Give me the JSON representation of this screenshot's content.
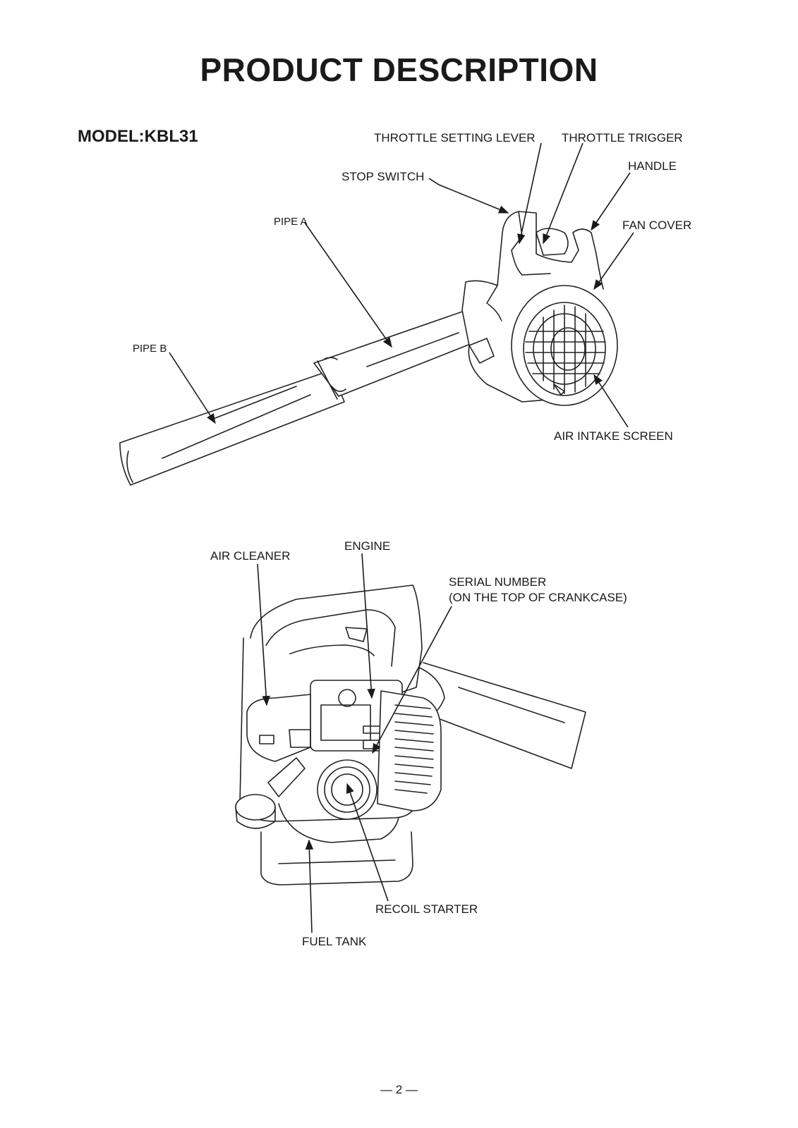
{
  "title": "PRODUCT DESCRIPTION",
  "model": "MODEL:KBL31",
  "diagram1": {
    "labels": {
      "throttle_setting_lever": "THROTTLE SETTING LEVER",
      "throttle_trigger": "THROTTLE TRIGGER",
      "handle": "HANDLE",
      "stop_switch": "STOP SWITCH",
      "pipe_a": "PIPE A",
      "fan_cover": "FAN COVER",
      "pipe_b": "PIPE B",
      "air_intake_screen": "AIR INTAKE SCREEN"
    }
  },
  "diagram2": {
    "labels": {
      "air_cleaner": "AIR CLEANER",
      "engine": "ENGINE",
      "serial_number_line1": "SERIAL NUMBER",
      "serial_number_line2": "(ON THE TOP OF CRANKCASE)",
      "recoil_starter": "RECOIL STARTER",
      "fuel_tank": "FUEL TANK"
    }
  },
  "page_number": "— 2 —"
}
